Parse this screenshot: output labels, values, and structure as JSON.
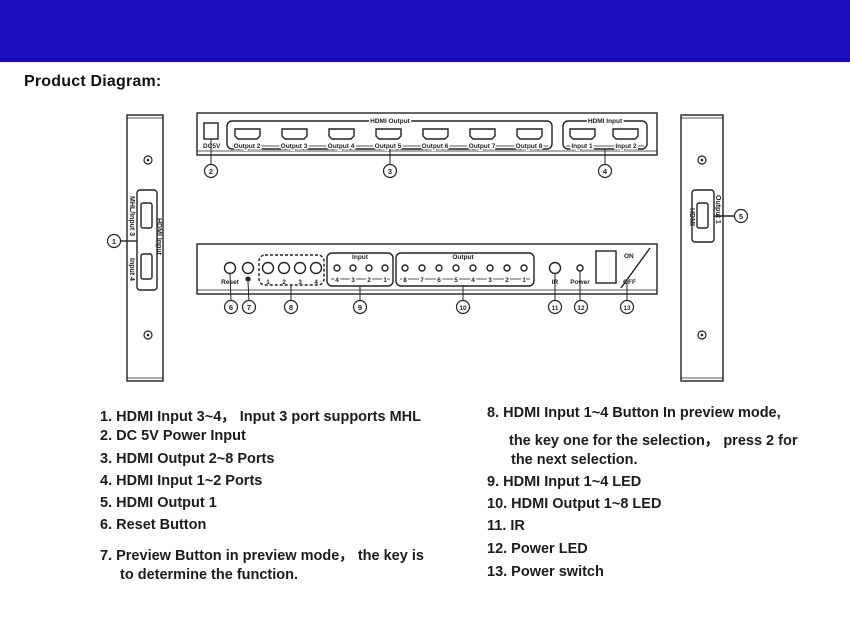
{
  "colors": {
    "banner": "#1a0dbd",
    "line": "#222222"
  },
  "title": "Product Diagram:",
  "left_side": {
    "port_label_a": "MHL/Input 3",
    "port_label_b": "HDMI Input",
    "port_label_c": "Input 4"
  },
  "rear_panel": {
    "dc_label": "DC5V",
    "output_group_label": "HDMI Output",
    "outputs": [
      "Output 2",
      "Output 3",
      "Output 4",
      "Output 5",
      "Output 6",
      "Output 7",
      "Output 8"
    ],
    "input_group_label": "HDMI Input",
    "inputs": [
      "Input 1",
      "Input 2"
    ]
  },
  "front_panel": {
    "reset_label": "Reset",
    "preview_numbers": [
      "1",
      "2",
      "3",
      "4"
    ],
    "input_led_label": "Input",
    "input_led_numbers": [
      "4",
      "3",
      "2",
      "1"
    ],
    "output_led_label": "Output",
    "output_led_numbers": [
      "8",
      "7",
      "6",
      "5",
      "4",
      "3",
      "2",
      "1"
    ],
    "ir_label": "IR",
    "power_label": "Power",
    "on_label": "ON",
    "off_label": "OFF"
  },
  "right_side": {
    "port_label_a": "HDMI",
    "port_label_b": "Output 1"
  },
  "callouts": [
    "1",
    "2",
    "3",
    "4",
    "5",
    "6",
    "7",
    "8",
    "9",
    "10",
    "11",
    "12",
    "13"
  ],
  "legend_left": [
    "1. HDMI Input 3~4， Input 3 port supports MHL",
    "2. DC 5V Power Input",
    "3. HDMI Output 2~8 Ports",
    "4. HDMI Input 1~2 Ports",
    "5. HDMI Output 1",
    "6. Reset Button",
    "7. Preview Button in preview mode， the key is",
    "to determine the function."
  ],
  "legend_right": [
    "8.  HDMI Input 1~4 Button In preview mode,",
    "the key one for the selection， press 2 for",
    "the next selection.",
    "9.  HDMI Input 1~4 LED",
    "10. HDMI Output 1~8 LED",
    "11. IR",
    "12. Power LED",
    "13. Power switch"
  ]
}
